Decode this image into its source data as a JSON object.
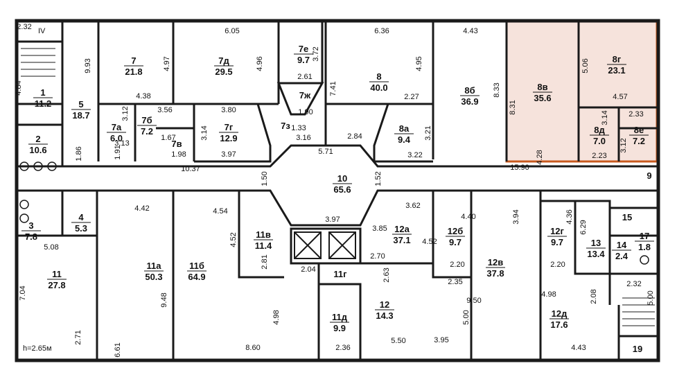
{
  "note": "h=2.65м",
  "roman": "IV",
  "highlight_color": "#c85a1e",
  "highlight_fill": "#f6e3dc",
  "rooms": [
    {
      "id": "1",
      "no": "1",
      "area": "11.2"
    },
    {
      "id": "2",
      "no": "2",
      "area": "10.6"
    },
    {
      "id": "3",
      "no": "3",
      "area": "7.8"
    },
    {
      "id": "4",
      "no": "4",
      "area": "5.3"
    },
    {
      "id": "5",
      "no": "5",
      "area": "18.7"
    },
    {
      "id": "7",
      "no": "7",
      "area": "21.8"
    },
    {
      "id": "7a",
      "no": "7а",
      "area": "6.0"
    },
    {
      "id": "7b",
      "no": "7б",
      "area": "7.2"
    },
    {
      "id": "7v",
      "no": "7в",
      "area": ""
    },
    {
      "id": "7g",
      "no": "7г",
      "area": "12.9"
    },
    {
      "id": "7d",
      "no": "7д",
      "area": "29.5"
    },
    {
      "id": "7e",
      "no": "7е",
      "area": "9.7"
    },
    {
      "id": "7zh",
      "no": "7ж",
      "area": ""
    },
    {
      "id": "7z",
      "no": "7з",
      "area": ""
    },
    {
      "id": "8",
      "no": "8",
      "area": "40.0"
    },
    {
      "id": "8a",
      "no": "8а",
      "area": "9.4"
    },
    {
      "id": "8b",
      "no": "8б",
      "area": "36.9"
    },
    {
      "id": "8v",
      "no": "8в",
      "area": "35.6"
    },
    {
      "id": "8g",
      "no": "8г",
      "area": "23.1"
    },
    {
      "id": "8d",
      "no": "8д",
      "area": "7.0"
    },
    {
      "id": "8e",
      "no": "8е",
      "area": "7.2"
    },
    {
      "id": "9",
      "no": "9",
      "area": ""
    },
    {
      "id": "10",
      "no": "10",
      "area": "65.6"
    },
    {
      "id": "11",
      "no": "11",
      "area": "27.8"
    },
    {
      "id": "11a",
      "no": "11а",
      "area": "50.3"
    },
    {
      "id": "11b",
      "no": "11б",
      "area": "64.9"
    },
    {
      "id": "11v",
      "no": "11в",
      "area": "11.4"
    },
    {
      "id": "11g",
      "no": "11г",
      "area": ""
    },
    {
      "id": "11d",
      "no": "11д",
      "area": "9.9"
    },
    {
      "id": "12",
      "no": "12",
      "area": "14.3"
    },
    {
      "id": "12a",
      "no": "12а",
      "area": "37.1"
    },
    {
      "id": "12b",
      "no": "12б",
      "area": "9.7"
    },
    {
      "id": "12v",
      "no": "12в",
      "area": "37.8"
    },
    {
      "id": "12g",
      "no": "12г",
      "area": "9.7"
    },
    {
      "id": "12d",
      "no": "12д",
      "area": "17.6"
    },
    {
      "id": "13",
      "no": "13",
      "area": "13.4"
    },
    {
      "id": "14",
      "no": "14",
      "area": "2.4"
    },
    {
      "id": "15",
      "no": "15",
      "area": ""
    },
    {
      "id": "17",
      "no": "17",
      "area": "1.8"
    },
    {
      "id": "19",
      "no": "19",
      "area": ""
    }
  ],
  "dims": [
    "2.32",
    "4.84",
    "9.93",
    "6.05",
    "3.72",
    "2.61",
    "1.90",
    "6.36",
    "4.43",
    "4.97",
    "4.96",
    "7.41",
    "4.95",
    "8.31",
    "8.33",
    "5.06",
    "4.57",
    "2.33",
    "3.14",
    "4.38",
    "3.56",
    "3.80",
    "3.12",
    "3.13",
    "1.67",
    "1.91",
    "1.98",
    "3.14",
    "3.97",
    "3.16",
    "1.33",
    "5.71",
    "2.84",
    "2.27",
    "3.21",
    "3.22",
    "4.28",
    "2.23",
    "3.12",
    "1.86",
    "10.37",
    "1.50",
    "1.52",
    "15.90",
    "4.42",
    "4.54",
    "3.62",
    "3.97",
    "3.85",
    "4.40",
    "3.94",
    "4.36",
    "6.29",
    "4.52",
    "2.81",
    "2.04",
    "2.70",
    "4.52",
    "2.20",
    "2.20",
    "5.08",
    "7.04",
    "9.48",
    "4.98",
    "2.63",
    "2.35",
    "9.50",
    "4.98",
    "2.08",
    "2.32",
    "5.00",
    "2.71",
    "6.61",
    "8.60",
    "2.36",
    "5.50",
    "3.95",
    "5.00",
    "4.43"
  ]
}
